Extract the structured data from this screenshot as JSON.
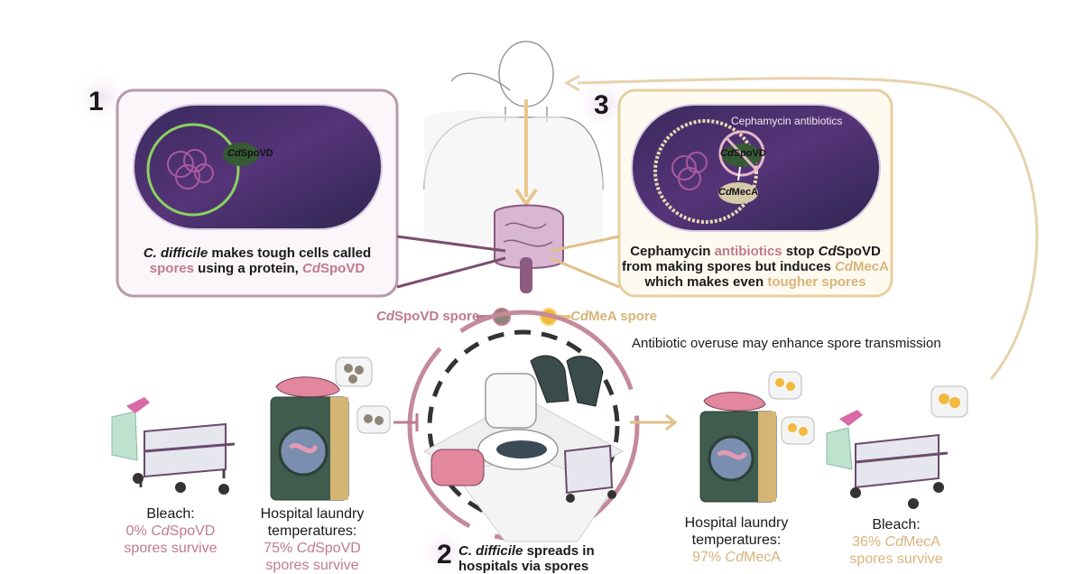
{
  "panel1": {
    "number": "1",
    "protein_label_italic": "Cd",
    "protein_label_rest": "SpoVD",
    "caption_line1_italic": "C. difficile",
    "caption_line1_rest": " makes tough cells called",
    "caption_line2_pink": "spores",
    "caption_line2_mid": " using a protein, ",
    "caption_line2_pink_italic": "Cd",
    "caption_line2_pink_rest": "SpoVD"
  },
  "panel3": {
    "number": "3",
    "antibiotic_label": "Cephamycin antibiotics",
    "protein1_italic": "Cd",
    "protein1_rest": "SpoVD",
    "protein2_italic": "Cd",
    "protein2_rest": "MecA",
    "caption_l1_a": "Cephamycin ",
    "caption_l1_pink": "antibiotics",
    "caption_l1_b": " stop ",
    "caption_l1_italic": "Cd",
    "caption_l1_c": "SpoVD",
    "caption_l2_a": "from making spores but induces ",
    "caption_l2_tan_italic": "Cd",
    "caption_l2_tan": "MecA",
    "caption_l3_a": "which makes even ",
    "caption_l3_tan": "tougher spores"
  },
  "legend": {
    "spovd_italic": "Cd",
    "spovd_rest": "SpoVD spore",
    "meca_italic": "Cd",
    "meca_rest": "MeA spore"
  },
  "overuse_note": "Antibiotic overuse may enhance spore transmission",
  "left": {
    "bleach_title": "Bleach:",
    "bleach_pct": "0% ",
    "bleach_italic": "Cd",
    "bleach_rest": "SpoVD",
    "bleach_l3": "spores survive",
    "laundry_l1": "Hospital laundry",
    "laundry_l2": "temperatures:",
    "laundry_pct": "75% ",
    "laundry_italic": "Cd",
    "laundry_rest": "SpoVD",
    "laundry_l4": "spores survive"
  },
  "right": {
    "laundry_l1": "Hospital laundry",
    "laundry_l2": "temperatures:",
    "laundry_pct": "97% ",
    "laundry_italic": "Cd",
    "laundry_rest": "MecA",
    "bleach_title": "Bleach:",
    "bleach_pct": "36% ",
    "bleach_italic": "Cd",
    "bleach_rest": "MecA",
    "bleach_l3": "spores survive"
  },
  "step2": {
    "number": "2",
    "line1_italic": "C. difficile",
    "line1_rest": " spreads in",
    "line2": "hospitals via spores"
  },
  "colors": {
    "cell_purple": "#4a3070",
    "spovd_pink": "#c07a8e",
    "meca_tan": "#d8b47a",
    "wall_green": "#6fc24c"
  }
}
